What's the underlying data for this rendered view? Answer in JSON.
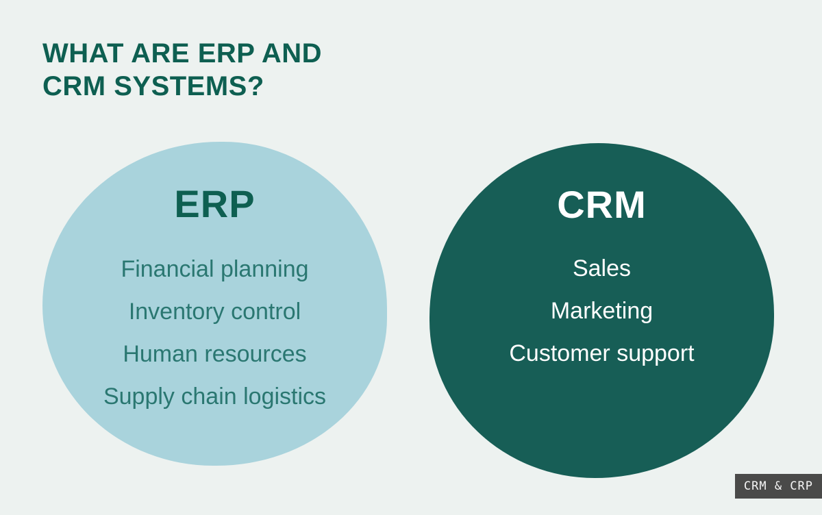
{
  "header": {
    "title_line1": "WHAT ARE ERP AND",
    "title_line2": "CRM SYSTEMS?"
  },
  "erp": {
    "label": "ERP",
    "items": [
      "Financial planning",
      "Inventory control",
      "Human resources",
      "Supply chain logistics"
    ]
  },
  "crm": {
    "label": "CRM",
    "items": [
      "Sales",
      "Marketing",
      "Customer support"
    ]
  },
  "badge": {
    "label": "CRM & CRP"
  },
  "colors": {
    "background": "#edf2f0",
    "erp_blob": "#a9d3dc",
    "crm_blob": "#175e56",
    "heading_text": "#0e5f51",
    "erp_list_text": "#2a7771",
    "crm_list_text": "#ffffff",
    "badge_bg": "#4a4a49",
    "badge_text": "#f5f5f5"
  }
}
